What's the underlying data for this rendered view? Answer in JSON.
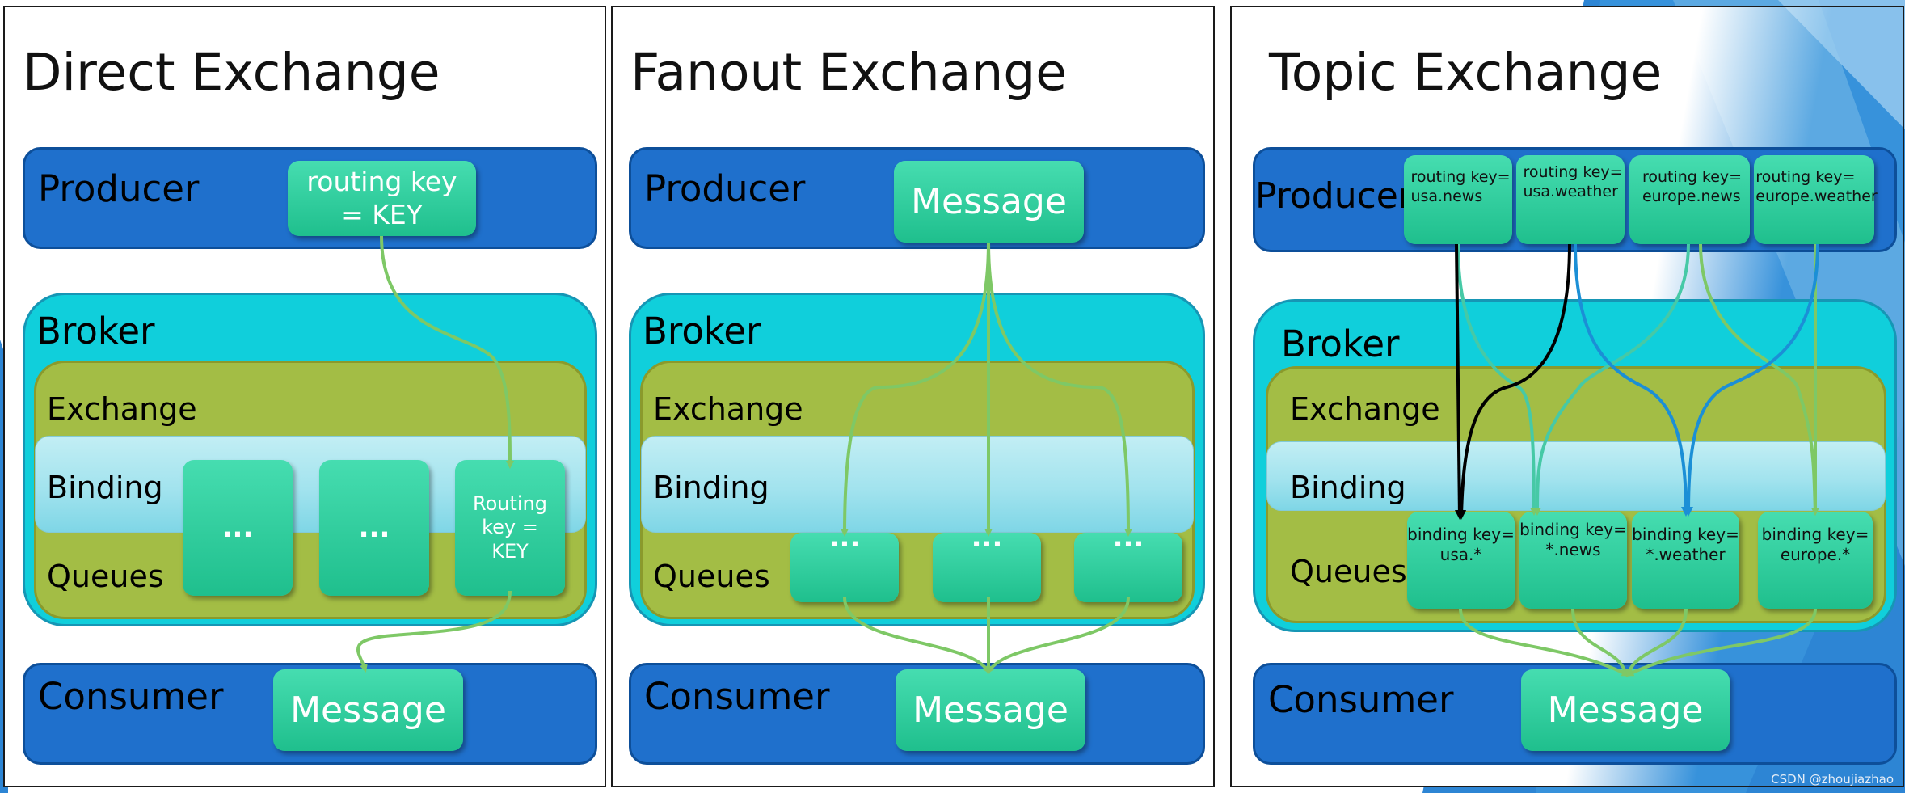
{
  "direct": {
    "title": "Direct Exchange",
    "producer": "Producer",
    "producer_box": "routing key\n= KEY",
    "broker": "Broker",
    "exchange": "Exchange",
    "binding": "Binding",
    "queues": "Queues",
    "queue_boxes": [
      "...",
      "...",
      "Routing\nkey =\nKEY"
    ],
    "consumer": "Consumer",
    "message": "Message"
  },
  "fanout": {
    "title": "Fanout Exchange",
    "producer": "Producer",
    "producer_box": "Message",
    "broker": "Broker",
    "exchange": "Exchange",
    "binding": "Binding",
    "queues": "Queues",
    "queue_boxes": [
      "...",
      "...",
      "..."
    ],
    "consumer": "Consumer",
    "message": "Message"
  },
  "topic": {
    "title": "Topic Exchange",
    "producer": "Producer",
    "producer_boxes": [
      "routing key=\nusa.news",
      "routing key=\nusa.weather",
      "routing key=\neurope.news",
      "routing key=\neurope.weather"
    ],
    "broker": "Broker",
    "exchange": "Exchange",
    "binding": "Binding",
    "queues": "Queues",
    "queue_boxes": [
      "binding key=\nusa.*",
      "binding key=\n*.news",
      "binding key=\n*.weather",
      "binding key=\neurope.*"
    ],
    "consumer": "Consumer",
    "message": "Message"
  },
  "watermark": "CSDN @zhoujiazhao",
  "colors": {
    "band_blue": "#1f70cc",
    "broker_cyan": "#10cfdb",
    "exchange_olive": "#a3bd45",
    "box_green": "#1fbf8d",
    "arrow_green": "#7ec866",
    "arrow_black": "#000000",
    "arrow_blue": "#1b8fd6"
  }
}
